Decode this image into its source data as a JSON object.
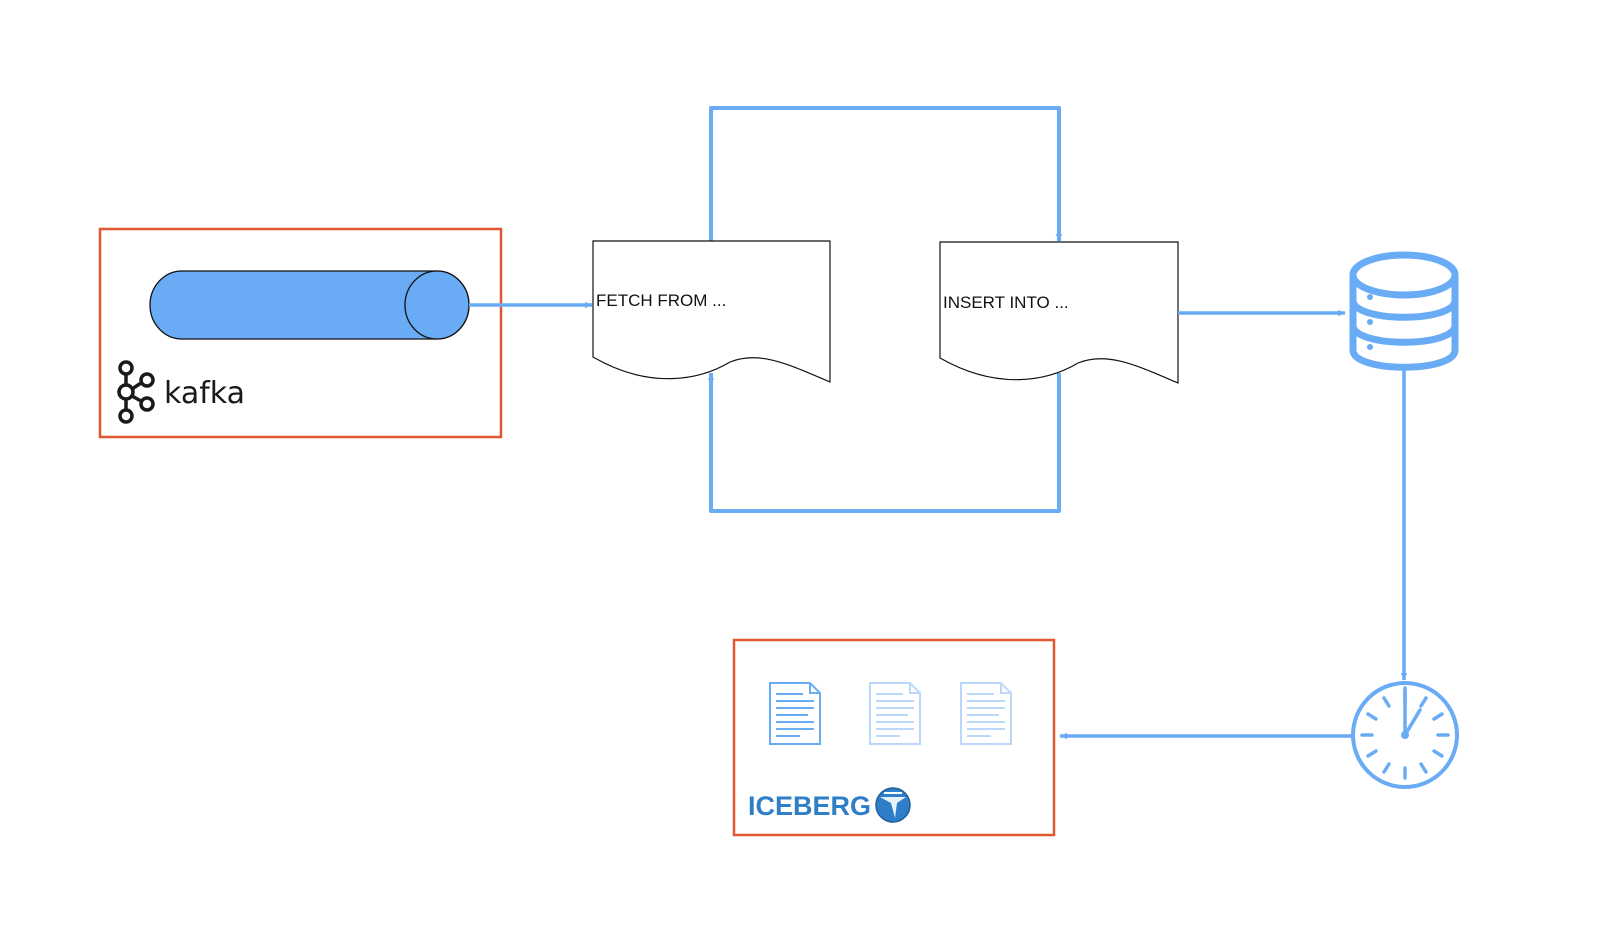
{
  "diagram": {
    "kafka_logo_text": "kafka",
    "fetch_label": "FETCH FROM ...",
    "insert_label": "INSERT INTO  ...",
    "iceberg_logo_text": "ICEBERG"
  },
  "colors": {
    "flow": "#6aabf5",
    "container_border": "#e2572f",
    "kafka_pipe": "#6aabf5",
    "iceberg_text": "#2f7ec8"
  },
  "icons": [
    "kafka-logo-icon",
    "database-icon",
    "clock-icon",
    "data-file-icon",
    "iceberg-logo-icon"
  ]
}
